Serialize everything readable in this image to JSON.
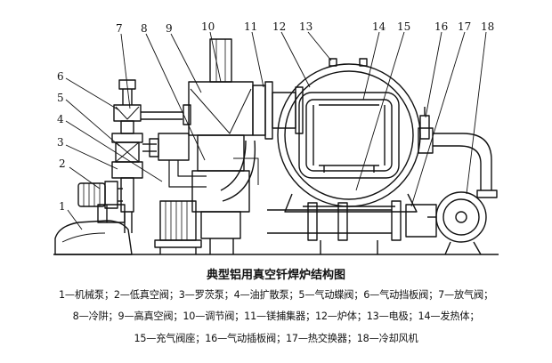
{
  "callouts": [
    {
      "n": "1"
    },
    {
      "n": "2"
    },
    {
      "n": "3"
    },
    {
      "n": "4"
    },
    {
      "n": "5"
    },
    {
      "n": "6"
    },
    {
      "n": "7"
    },
    {
      "n": "8"
    },
    {
      "n": "9"
    },
    {
      "n": "10"
    },
    {
      "n": "11"
    },
    {
      "n": "12"
    },
    {
      "n": "13"
    },
    {
      "n": "14"
    },
    {
      "n": "15"
    },
    {
      "n": "16"
    },
    {
      "n": "17"
    },
    {
      "n": "18"
    }
  ],
  "caption": "典型铝用真空钎焊炉结构图",
  "legend": {
    "line1": [
      "1—机械泵；",
      "2—低真空阀；",
      "3—罗茨泵；",
      "4—油扩散泵；",
      "5—气动蝶阀；",
      "6—气动挡板阀；",
      "7—放气阀；"
    ],
    "line2": [
      "8—冷阱；",
      "9—高真空阀；",
      "10—调节阀；",
      "11—镁捕集器；",
      "12—炉体；",
      "13—电极；",
      "14—发热体；"
    ],
    "line3": [
      "15—充气阀座；",
      "16—气动插板阀；",
      "17—热交换器；",
      "18—冷却风机"
    ]
  },
  "colors": {
    "line": "#111111",
    "background": "#ffffff"
  }
}
